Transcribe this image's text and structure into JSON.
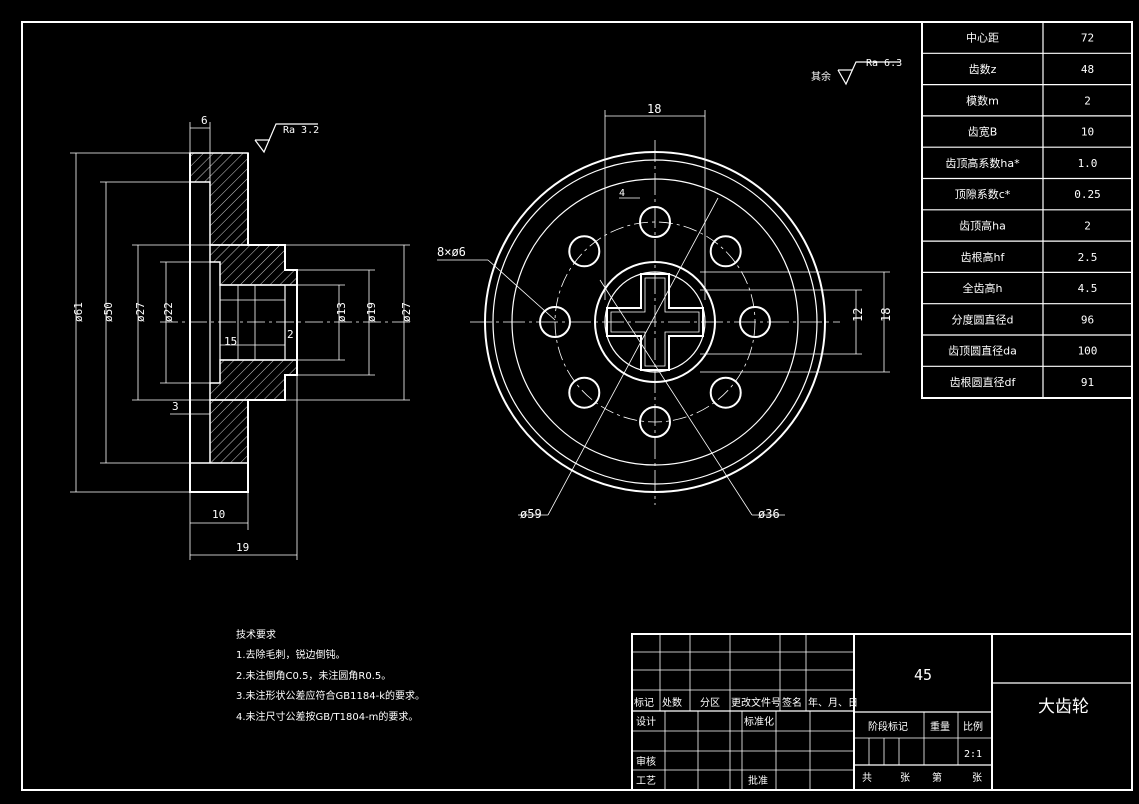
{
  "params": [
    {
      "label": "中心距",
      "value": "72"
    },
    {
      "label": "齿数z",
      "value": "48"
    },
    {
      "label": "模数m",
      "value": "2"
    },
    {
      "label": "齿宽B",
      "value": "10"
    },
    {
      "label": "齿顶高系数ha*",
      "value": "1.0"
    },
    {
      "label": "顶隙系数c*",
      "value": "0.25"
    },
    {
      "label": "齿顶高ha",
      "value": "2"
    },
    {
      "label": "齿根高hf",
      "value": "2.5"
    },
    {
      "label": "全齿高h",
      "value": "4.5"
    },
    {
      "label": "分度圆直径d",
      "value": "96"
    },
    {
      "label": "齿顶圆直径da",
      "value": "100"
    },
    {
      "label": "齿根圆直径df",
      "value": "91"
    }
  ],
  "roughness": {
    "general_prefix": "其余",
    "general": "Ra 6.3",
    "face": "Ra 3.2"
  },
  "section_dims": {
    "d61": "ø61",
    "d50": "ø50",
    "d27a": "ø27",
    "d22": "ø22",
    "d13": "ø13",
    "d19": "ø19",
    "d27b": "ø27",
    "w6": "6",
    "w10": "10",
    "w19": "19",
    "w3": "3",
    "w15": "15",
    "w2": "2"
  },
  "front_dims": {
    "w18": "18",
    "d4": "4",
    "holes": "8×ø6",
    "h12": "12",
    "h18": "18",
    "d59": "ø59",
    "d36": "ø36"
  },
  "tech": {
    "title": "技术要求",
    "items": [
      "1.去除毛刺，锐边倒钝。",
      "2.未注倒角C0.5，未注圆角R0.5。",
      "3.未注形状公差应符合GB1184-k的要求。",
      "4.未注尺寸公差按GB/T1804-m的要求。"
    ]
  },
  "title_block": {
    "material": "45",
    "part_name": "大齿轮",
    "h_mark": "标记",
    "h_count": "处数",
    "h_zone": "分区",
    "h_docno": "更改文件号",
    "h_sign": "签名",
    "h_date": "年、月、日",
    "design": "设计",
    "standard": "标准化",
    "review": "审核",
    "process": "工艺",
    "approve": "批准",
    "stage": "阶段标记",
    "weight": "重量",
    "scale_label": "比例",
    "scale": "2:1",
    "total": "共",
    "sheets": "张",
    "sheet_no": "第",
    "sheets2": "张"
  }
}
